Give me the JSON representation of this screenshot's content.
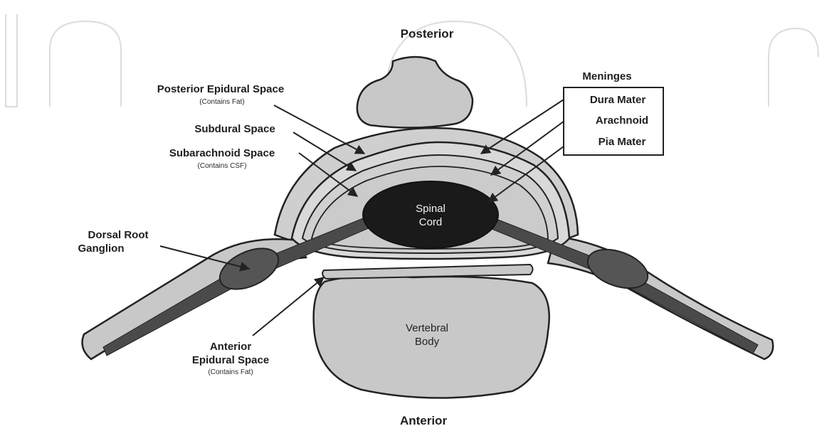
{
  "orientation": {
    "top": "Posterior",
    "bottom": "Anterior"
  },
  "labels": {
    "posterior_epidural": "Posterior Epidural Space",
    "posterior_epidural_note": "(Contains Fat)",
    "subdural": "Subdural Space",
    "subarachnoid": "Subarachnoid Space",
    "subarachnoid_note": "(Contains CSF)",
    "dorsal_root_line1": "Dorsal Root",
    "dorsal_root_line2": "Ganglion",
    "anterior_line1": "Anterior",
    "anterior_line2": "Epidural Space",
    "anterior_note": "(Contains Fat)",
    "spinal_line1": "Spinal",
    "spinal_line2": "Cord",
    "vertebral_line1": "Vertebral",
    "vertebral_line2": "Body"
  },
  "meninges": {
    "heading": "Meninges",
    "items": [
      "Dura Mater",
      "Arachnoid",
      "Pia Mater"
    ]
  },
  "colors": {
    "tissue_fill": "#c8c8c8",
    "outline": "#222222",
    "cord_fill": "#1a1a1a",
    "nerve_fill": "#4a4a4a",
    "ganglion_fill": "#555555"
  }
}
